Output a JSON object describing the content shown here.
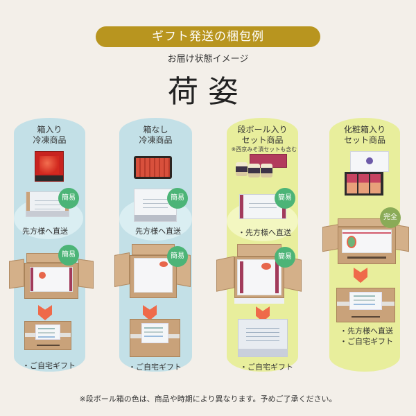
{
  "header": {
    "banner": "ギフト発送の梱包例",
    "subtitle": "お届け状態イメージ",
    "title": "荷姿"
  },
  "colors": {
    "background": "#f3efe9",
    "banner": "#b8951f",
    "column_blue": "#c3e0e7",
    "column_yellow": "#e8ee9c",
    "badge_simple": "#4cb477",
    "badge_full": "#8aab57",
    "arrow": "#ef6a4a"
  },
  "columns": [
    {
      "title_line1": "箱入り",
      "title_line2": "冷凍商品",
      "product": "boxed-frozen-crab-image",
      "badge1": "簡易",
      "direct_label": "先方様へ直送",
      "badge2": "簡易",
      "home_label": "・ご自宅ギフト"
    },
    {
      "title_line1": "箱なし",
      "title_line2": "冷凍商品",
      "product": "tray-crab-legs-image",
      "badge1": "簡易",
      "direct_label": "先方様へ直送",
      "badge2": "簡易",
      "home_label": "・ご自宅ギフト"
    },
    {
      "title_line1": "段ボール入り",
      "title_line2": "セット商品",
      "note": "※西京みそ漬セットも含む",
      "product": "cans-and-box-set-image",
      "badge1": "簡易",
      "direct_label": "・先方様へ直送",
      "badge2": "簡易",
      "home_label": "・ご自宅ギフト"
    },
    {
      "title_line1": "化粧箱入り",
      "title_line2": "セット商品",
      "product": "gift-box-cans-set-image",
      "badge1": "完全",
      "direct_label": "・先方様へ直送",
      "home_label": "・ご自宅ギフト"
    }
  ],
  "footer": {
    "note": "※段ボール箱の色は、商品や時期により異なります。予めご了承ください。"
  }
}
